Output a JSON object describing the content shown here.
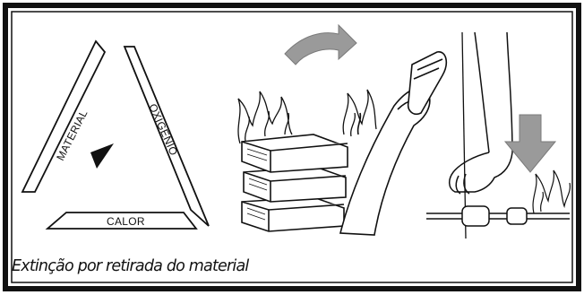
{
  "triangle": {
    "material_label": "MATERIAL",
    "oxygen_label": "OXIGÊNIO",
    "heat_label": "CALOR"
  },
  "caption": "Extinção por retirada do material",
  "colors": {
    "frame": "#111111",
    "ink": "#111111",
    "arrow_gray": "#9a9a9a",
    "background": "#ffffff"
  }
}
